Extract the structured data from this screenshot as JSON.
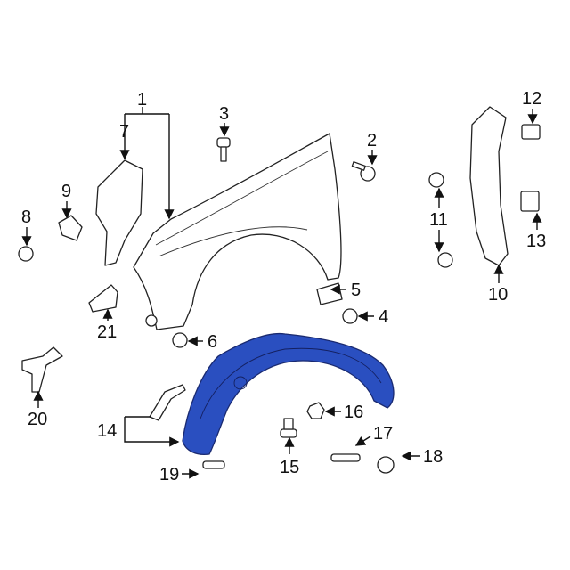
{
  "diagram": {
    "callouts": [
      "1",
      "2",
      "3",
      "4",
      "5",
      "6",
      "7",
      "8",
      "9",
      "10",
      "11",
      "12",
      "13",
      "14",
      "15",
      "16",
      "17",
      "18",
      "19",
      "20",
      "21"
    ],
    "highlight_color": "#2a4fc0"
  }
}
